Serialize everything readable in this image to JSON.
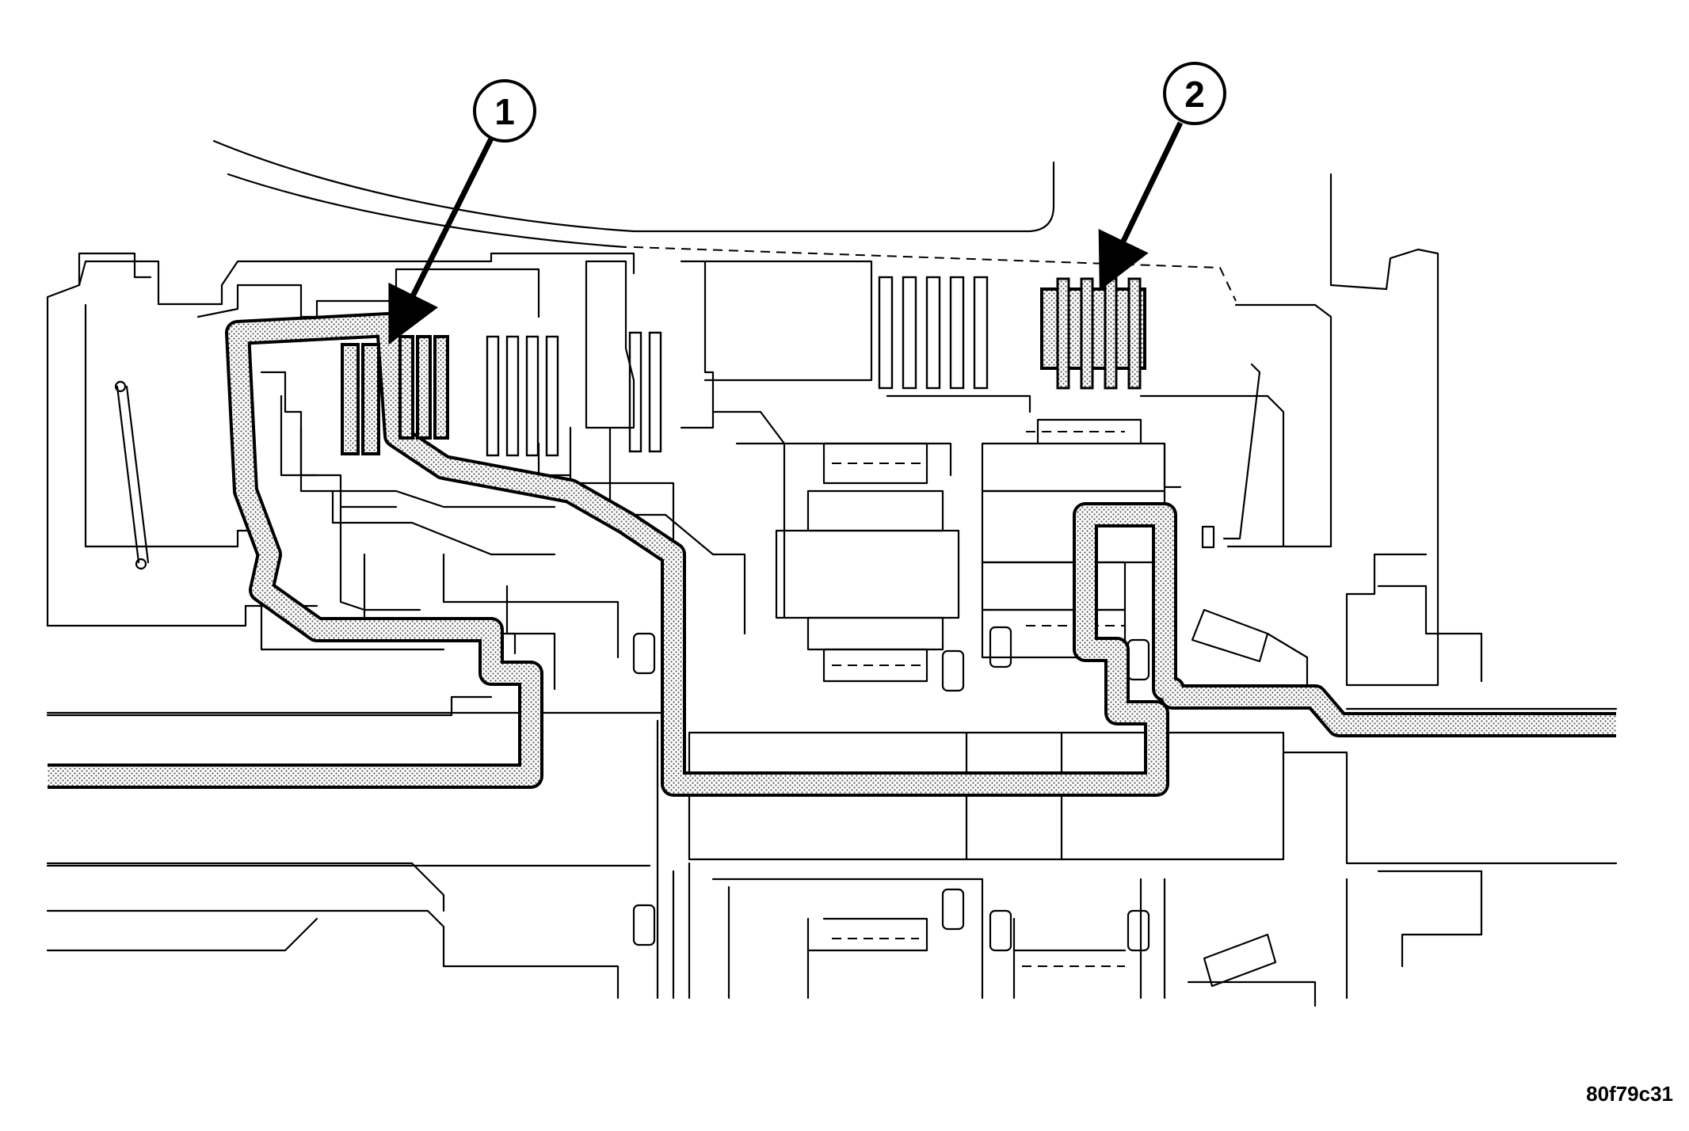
{
  "callouts": [
    {
      "label": "1"
    },
    {
      "label": "2"
    }
  ],
  "figure_id": "80f79c31",
  "colors": {
    "line": "#000000",
    "background": "#ffffff",
    "fluid_path_fill": "#cfcfcf"
  }
}
